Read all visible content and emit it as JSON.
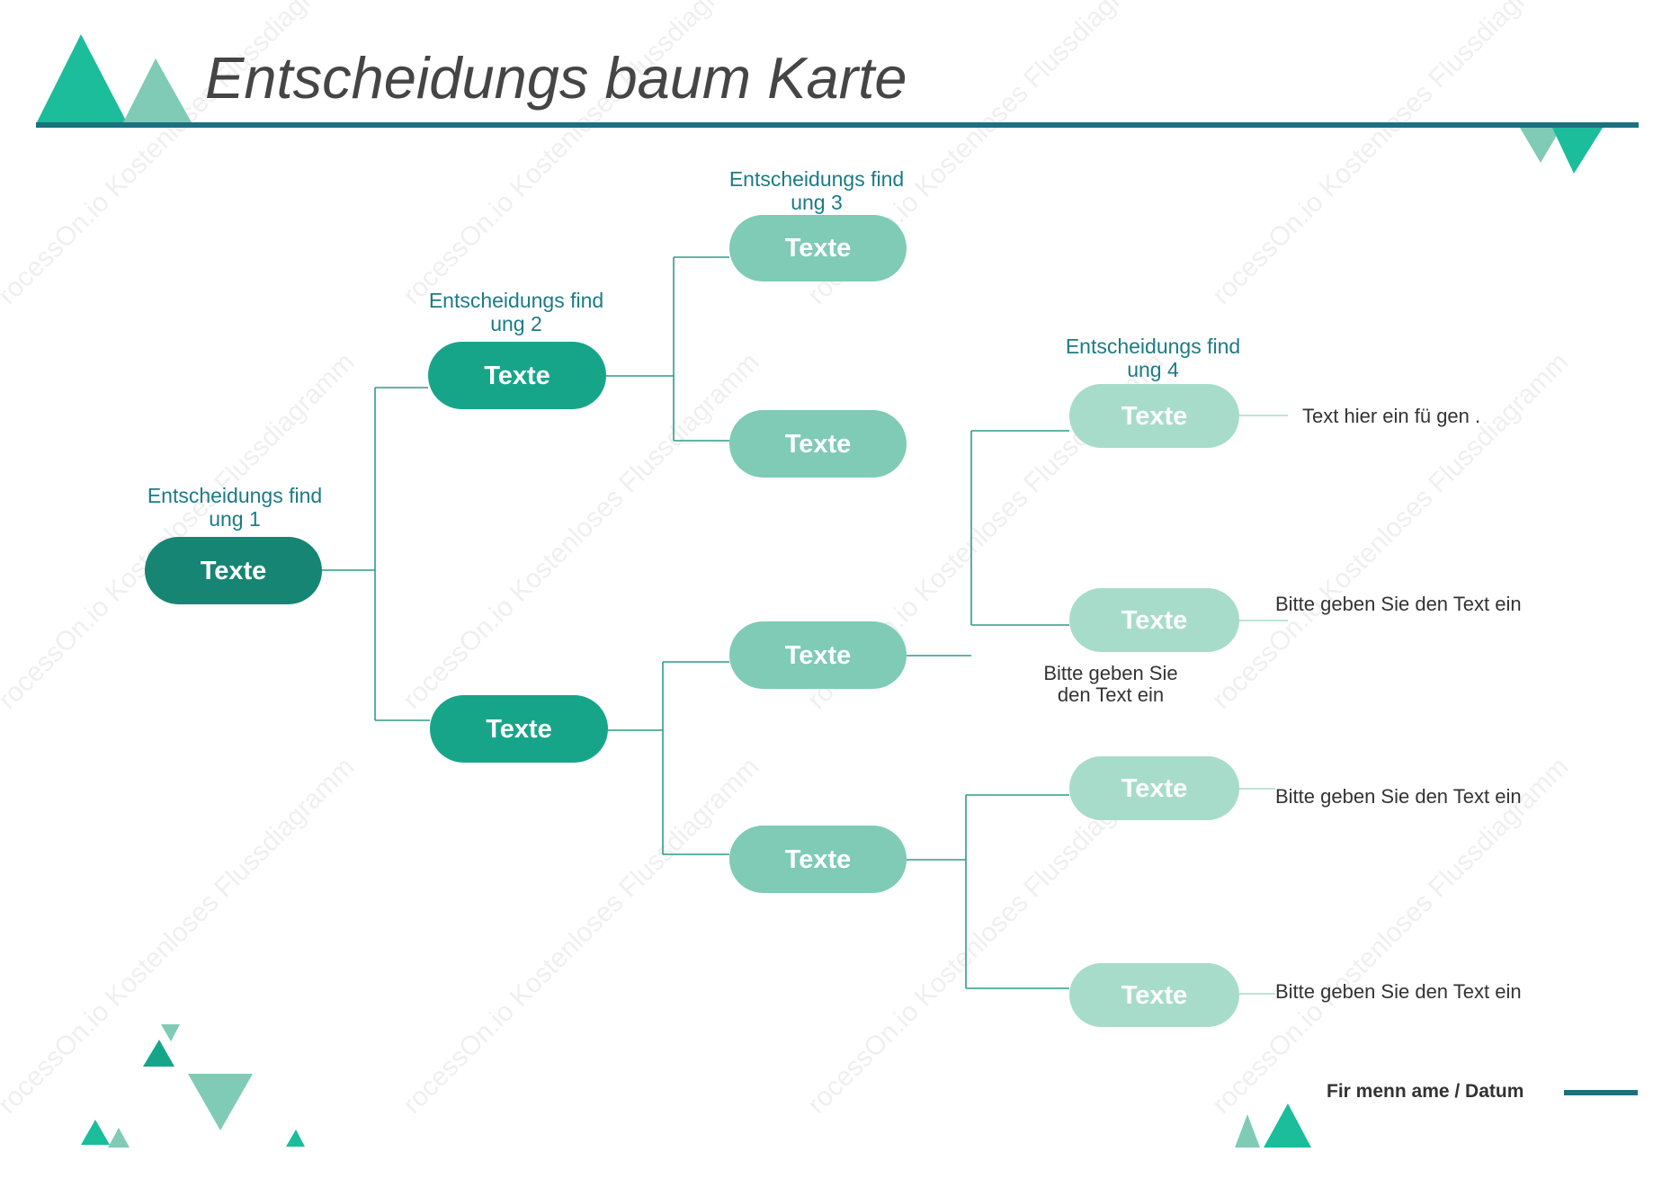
{
  "title": "Entscheidungs baum  Karte",
  "footer": {
    "name_date": "Fir menn ame  / Datum"
  },
  "watermark": "rocessOn.io Kostenloses Flussdiagramm",
  "colors": {
    "dark": "#178573",
    "medium": "#17a58a",
    "light": "#7fcbb5",
    "lighter": "#a8dcca",
    "accent_line": "#1c7180",
    "label": "#1c7b86",
    "connector": "#2f9c88"
  },
  "nodes": {
    "root": "Texte",
    "level2_top": "Texte",
    "level2_bottom": "Texte",
    "level3_a": "Texte",
    "level3_b": "Texte",
    "level3_c": "Texte",
    "level3_d": "Texte",
    "level4_a": "Texte",
    "level4_b": "Texte",
    "level4_c": "Texte",
    "level4_d": "Texte"
  },
  "labels": {
    "decision1_line1": "Entscheidungs find",
    "decision1_line2": "ung  1",
    "decision2_line1": "Entscheidungs find",
    "decision2_line2": "ung  2",
    "decision3_line1": "Entscheidungs find",
    "decision3_line2": "ung  3",
    "decision4_line1": "Entscheidungs find",
    "decision4_line2": "ung   4"
  },
  "notes": {
    "leaf_a": "Text  hier  ein fü gen .",
    "leaf_b": "Bitte geben Sie den Text ein",
    "leaf_b_below_line1": "Bitte geben Sie",
    "leaf_b_below_line2": "den Text ein",
    "leaf_c": "Bitte geben Sie den Text ein",
    "leaf_d": "Bitte geben Sie den Text ein"
  }
}
